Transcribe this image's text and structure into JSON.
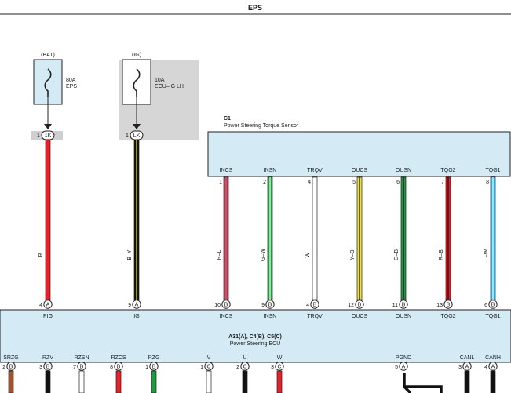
{
  "title": "EPS",
  "fuses": [
    {
      "source": "(BAT)",
      "rating": "80A",
      "name": "EPS",
      "connector": {
        "pin": "1",
        "code": "1K"
      }
    },
    {
      "source": "(IG)",
      "rating": "10A",
      "name": "ECU–IG LH",
      "connector": {
        "pin": "1",
        "code": "LK"
      }
    }
  ],
  "sensor": {
    "id": "C1",
    "name": "Power Steering Torque Sensor",
    "pins": [
      {
        "label": "INCS",
        "num": "1",
        "wire": "R–L"
      },
      {
        "label": "INSN",
        "num": "2",
        "wire": "G–W"
      },
      {
        "label": "TRQV",
        "num": "4",
        "wire": "W"
      },
      {
        "label": "OUCS",
        "num": "5",
        "wire": "Y–B"
      },
      {
        "label": "OUSN",
        "num": "6",
        "wire": "G–B"
      },
      {
        "label": "TQG2",
        "num": "7",
        "wire": "R–B"
      },
      {
        "label": "TQG1",
        "num": "8",
        "wire": "L–W"
      }
    ]
  },
  "power_wires": [
    {
      "wire": "R",
      "ecu_pin": "4",
      "ecu_conn": "A",
      "ecu_label": "PIG"
    },
    {
      "wire": "B–Y",
      "ecu_pin": "9",
      "ecu_conn": "A",
      "ecu_label": "IG"
    }
  ],
  "ecu": {
    "id": "A31(A), C4(B), C5(C)",
    "name": "Power Steering ECU",
    "top_pins": [
      {
        "num": "10",
        "conn": "B",
        "label": "INCS"
      },
      {
        "num": "9",
        "conn": "B",
        "label": "INSN"
      },
      {
        "num": "4",
        "conn": "B",
        "label": "TRQV"
      },
      {
        "num": "12",
        "conn": "B",
        "label": "OUCS"
      },
      {
        "num": "11",
        "conn": "B",
        "label": "OUSN"
      },
      {
        "num": "13",
        "conn": "B",
        "label": "TQG2"
      },
      {
        "num": "6",
        "conn": "B",
        "label": "TQG1"
      }
    ],
    "bottom_pins": [
      {
        "label": "SRZG",
        "num": "2",
        "conn": "B"
      },
      {
        "label": "RZV",
        "num": "3",
        "conn": "B"
      },
      {
        "label": "RZSN",
        "num": "7",
        "conn": "B"
      },
      {
        "label": "RZCS",
        "num": "8",
        "conn": "B"
      },
      {
        "label": "RZG",
        "num": "1",
        "conn": "B"
      },
      {
        "label": "V",
        "num": "1",
        "conn": "C"
      },
      {
        "label": "U",
        "num": "2",
        "conn": "C"
      },
      {
        "label": "W",
        "num": "3",
        "conn": "C"
      },
      {
        "label": "PGND",
        "num": "5",
        "conn": "A"
      },
      {
        "label": "CANL",
        "num": "3",
        "conn": "A"
      },
      {
        "label": "CANH",
        "num": "4",
        "conn": "A"
      }
    ]
  },
  "colors": {
    "red": "#e8202a",
    "yellow": "#f2e230",
    "green": "#1f9a3c",
    "blue": "#2aa7df",
    "brown": "#a0522d",
    "black": "#111111",
    "ecu_fill": "#d4ebf6",
    "sensor_fill": "#d4ebf6",
    "ig_fill": "#d6d6d6"
  }
}
